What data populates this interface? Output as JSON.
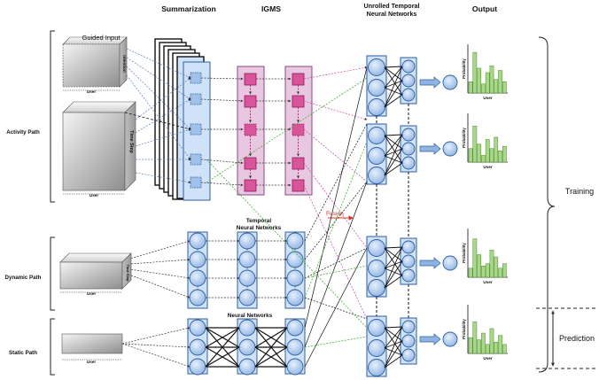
{
  "headers": {
    "summarization": "Summarization",
    "igms": "IGMS",
    "unrolled_line1": "Unrolled Temporal",
    "unrolled_line2": "Neural Networks",
    "output": "Output"
  },
  "paths": {
    "activity": "Activity Path",
    "dynamic": "Dynamic Path",
    "static": "Static Path"
  },
  "inputs": {
    "guided_input": "Guided Input",
    "intention": "Intention",
    "time_step": "Time Step",
    "user": "User"
  },
  "networks": {
    "temporal_line1": "Temporal",
    "temporal_line2": "Neural Networks",
    "neural": "Neural Networks"
  },
  "fusion": "Fusion",
  "output_axes": {
    "ylabel": "Probability",
    "xlabel": "User"
  },
  "output_chart_data": {
    "type": "bar",
    "charts": [
      {
        "values": [
          0.25,
          0.9,
          0.55,
          0.2,
          0.45,
          0.6,
          0.3,
          0.5,
          0.25
        ]
      },
      {
        "values": [
          0.3,
          0.8,
          0.4,
          0.15,
          0.5,
          0.3,
          0.55,
          0.25,
          0.35
        ]
      },
      {
        "values": [
          0.2,
          0.85,
          0.5,
          0.25,
          0.3,
          0.6,
          0.45,
          0.2,
          0.3
        ]
      },
      {
        "values": [
          0.35,
          0.7,
          0.3,
          0.45,
          0.2,
          0.55,
          0.25,
          0.4,
          0.2
        ]
      }
    ]
  },
  "phases": {
    "training": "Training",
    "prediction": "Prediction"
  },
  "colors": {
    "node_fill": "#bcd6f4",
    "node_stroke": "#2f5f9f",
    "igms_fill": "#e8c8e0",
    "igms_node": "#d9559b",
    "bar_fill": "#a9d88a",
    "fusion_arrow": "#d9302a"
  }
}
